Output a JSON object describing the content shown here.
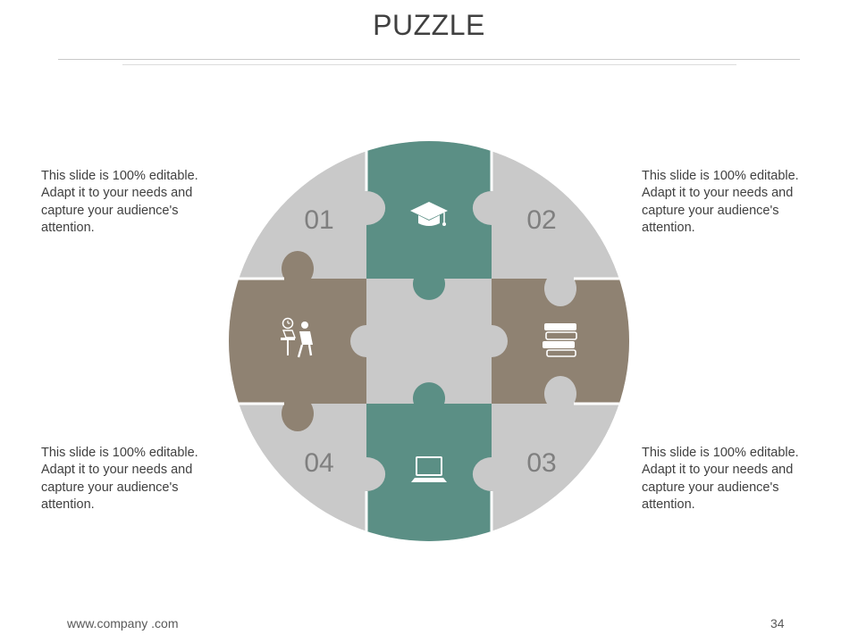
{
  "title": "PUZZLE",
  "colors": {
    "teal": "#5b8f85",
    "taupe": "#8f8272",
    "gray": "#c9c9c9",
    "number": "#7f7f7f"
  },
  "pieces": [
    {
      "number": "01",
      "text": "This slide is 100% editable. Adapt it to your needs and capture your audience's attention."
    },
    {
      "number": "02",
      "text": "This slide is 100% editable. Adapt it to your needs and capture your audience's attention."
    },
    {
      "number": "03",
      "text": "This slide is 100% editable. Adapt it to your needs and capture your audience's attention."
    },
    {
      "number": "04",
      "text": "This slide is 100% editable. Adapt it to your needs and capture your audience's attention."
    }
  ],
  "icons": {
    "top": "graduation-cap-icon",
    "right": "books-icon",
    "bottom": "laptop-icon",
    "left": "person-at-desk-icon"
  },
  "footer": {
    "url": "www.company .com",
    "page": "34"
  }
}
